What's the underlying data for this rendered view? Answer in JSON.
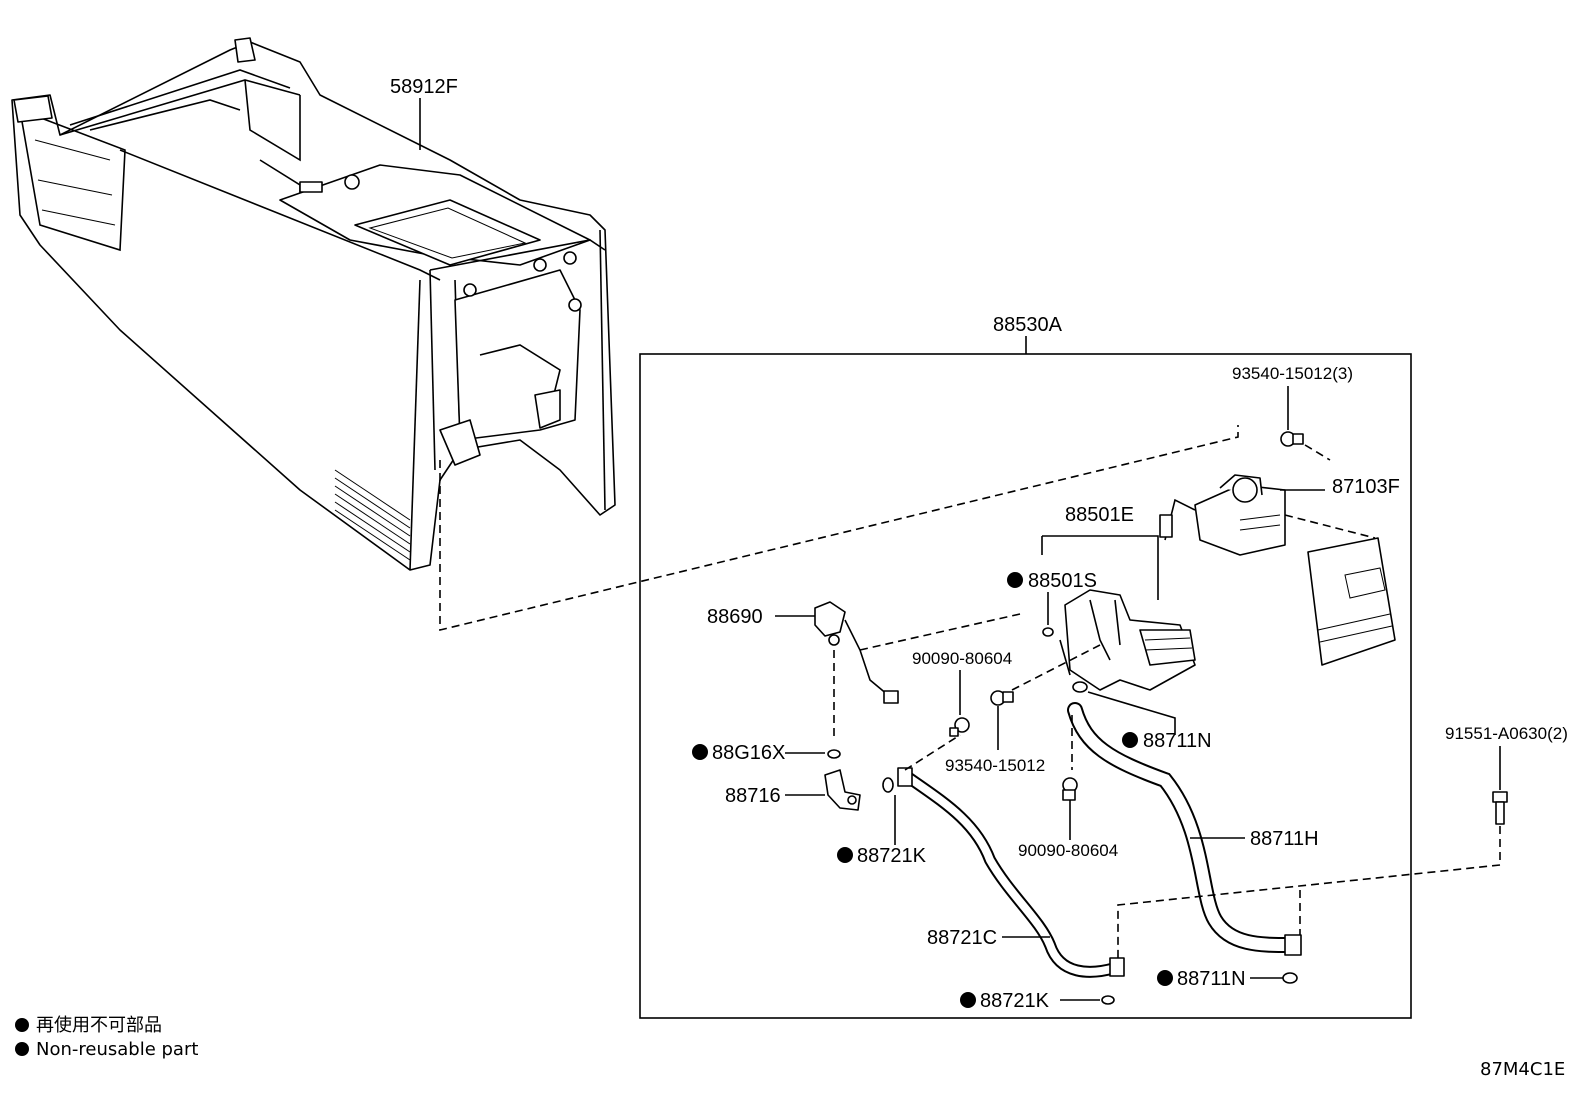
{
  "labels": {
    "p58912F": "58912F",
    "p88530A": "88530A",
    "p93540_15012_3": "93540-15012(3)",
    "p87103F": "87103F",
    "p88501E": "88501E",
    "p88501S": "88501S",
    "p88690": "88690",
    "p90090_80604_a": "90090-80604",
    "p93540_15012": "93540-15012",
    "p88711N_a": "88711N",
    "p88G16X": "88G16X",
    "p88716": "88716",
    "p88721K_a": "88721K",
    "p90090_80604_b": "90090-80604",
    "p88711H": "88711H",
    "p91551_A0630_2": "91551-A0630(2)",
    "p88721C": "88721C",
    "p88711N_b": "88711N",
    "p88721K_b": "88721K"
  },
  "legend": {
    "line_jp": "再使用不可部品",
    "line_en": "Non-reusable part"
  },
  "diagram_code": "87M4C1E"
}
